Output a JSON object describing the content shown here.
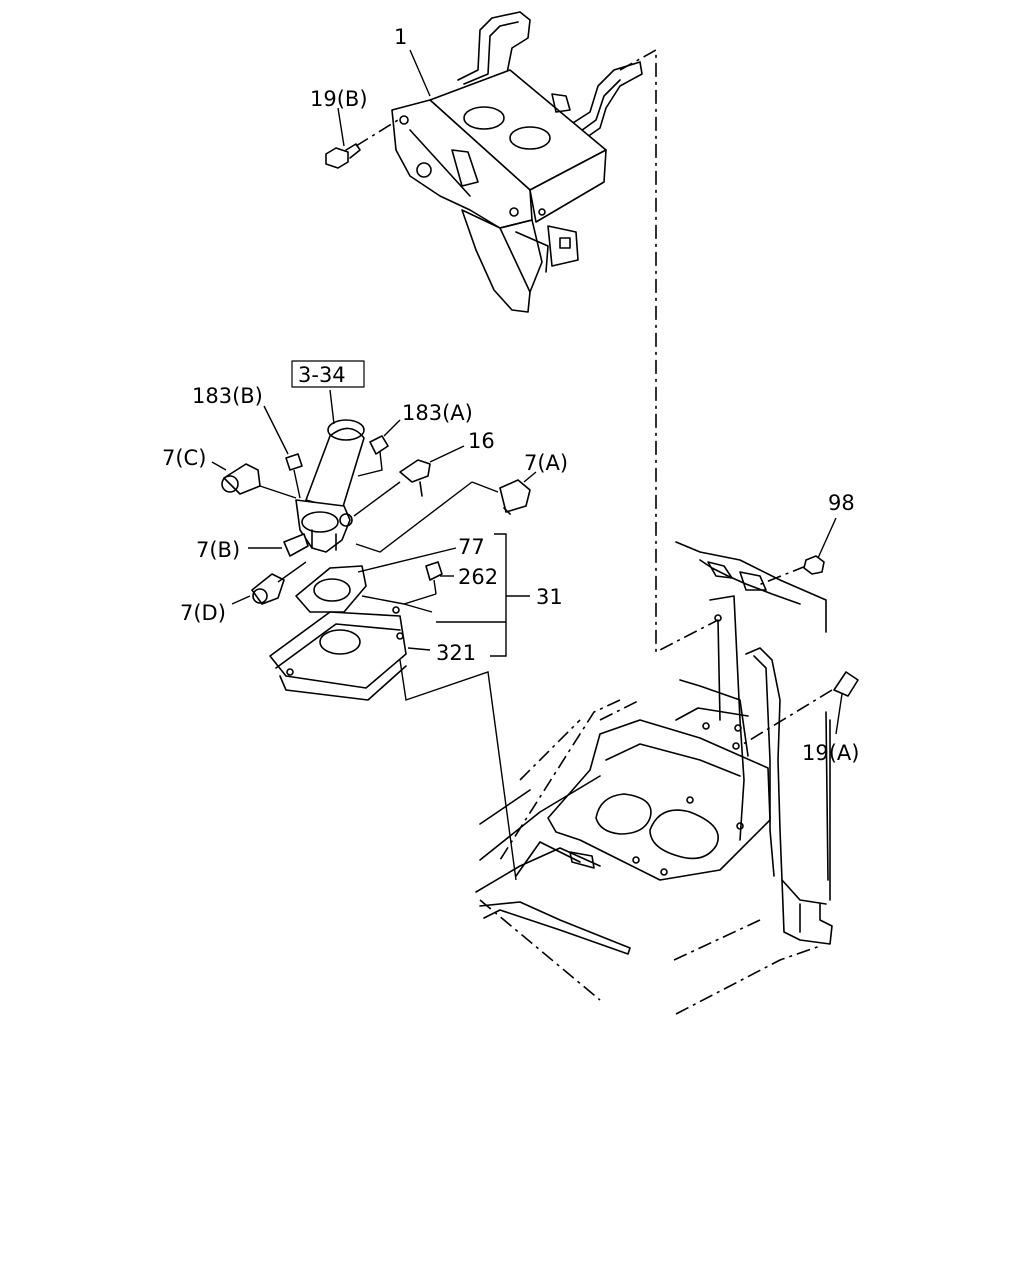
{
  "labels": {
    "l1": "1",
    "l19b": "19(B)",
    "l334": "3-34",
    "l183b": "183(B)",
    "l183a": "183(A)",
    "l16": "16",
    "l7c": "7(C)",
    "l7a": "7(A)",
    "l7b": "7(B)",
    "l7d": "7(D)",
    "l77": "77",
    "l262": "262",
    "l31": "31",
    "l321": "321",
    "l98": "98",
    "l19a": "19(A)"
  }
}
